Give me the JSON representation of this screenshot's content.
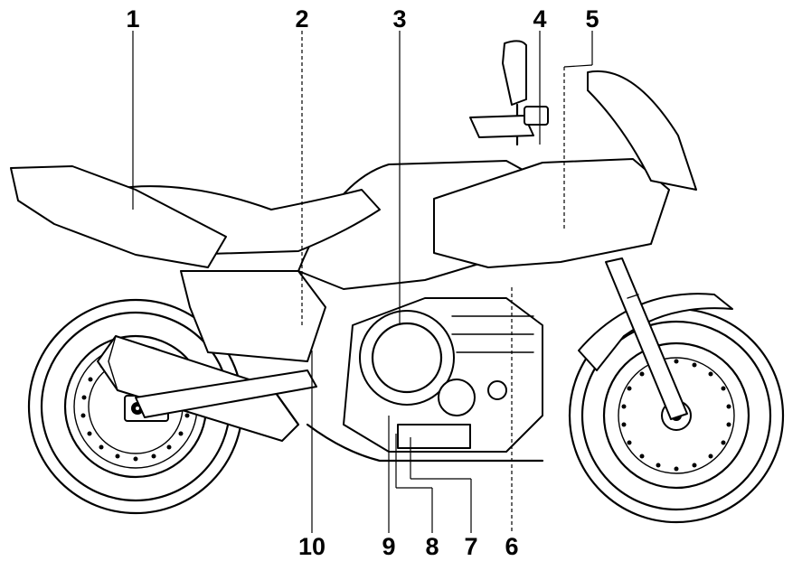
{
  "callouts": {
    "top": [
      "1",
      "2",
      "3",
      "4",
      "5"
    ],
    "bottom": [
      "10",
      "9",
      "8",
      "7",
      "6"
    ]
  },
  "colors": {
    "ink": "#000000",
    "paper": "#ffffff"
  }
}
